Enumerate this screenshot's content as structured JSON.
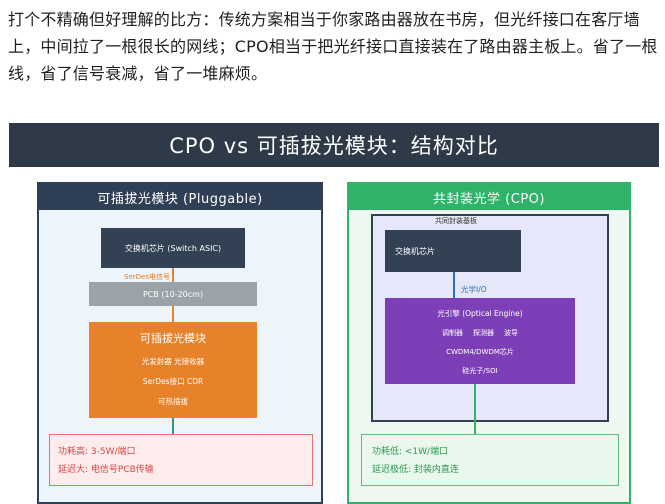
{
  "intro_text": "打个不精确但好理解的比方：传统方案相当于你家路由器放在书房，但光纤接口在客厅墙上，中间拉了一根很长的网线；CPO相当于把光纤接口直接装在了路由器主板上。省了一根线，省了信号衰减，省了一堆麻烦。",
  "banner_title": "CPO vs 可插拔光模块：结构对比",
  "left": {
    "title": "可插拔光模块 (Pluggable)",
    "switch_asic": "交换机芯片 (Switch ASIC)",
    "serdes_label": "SerDes电信号",
    "pcb": "PCB (10-20cm)",
    "module_title": "可插拔光模块",
    "module_line1": "光发射器  光接收器",
    "module_line2": "SerDes接口  CDR",
    "module_line3": "可热插拔",
    "note_line1": "功耗高: 3-5W/端口",
    "note_line2": "延迟大: 电信号PCB传输"
  },
  "right": {
    "title": "共封装光学 (CPO)",
    "substrate_label": "共同封装基板",
    "switch_chip": "交换机芯片",
    "optical_io": "光学I/O",
    "engine_title": "光引擎 (Optical Engine)",
    "engine_row": [
      "调制器",
      "探测器",
      "波导"
    ],
    "engine_line2": "CWDM4/DWDM芯片",
    "engine_line3": "硅光子/SOI",
    "note_line1": "功耗低: <1W/端口",
    "note_line2": "延迟极低: 封装内直连"
  },
  "colors": {
    "banner": "#2e3a48",
    "left_accent": "#2f3f55",
    "right_accent": "#2fb36a",
    "pluggable_module": "#e8822a",
    "optical_engine": "#7d3fb8",
    "warning_red": "#d94848",
    "good_green": "#2e9b51"
  }
}
